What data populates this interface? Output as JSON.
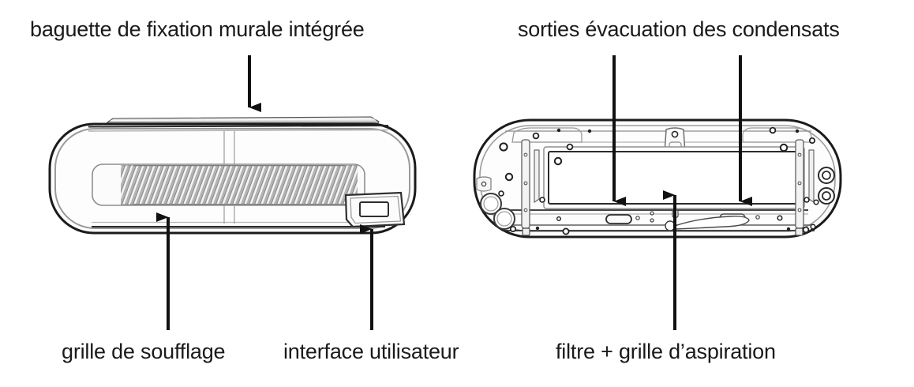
{
  "document": {
    "kind": "technical-diagram",
    "subject": "wall-mounted fan heater / air curtain unit",
    "views": [
      "front view",
      "rear view"
    ],
    "language": "French"
  },
  "colors": {
    "text": "#1a1a1a",
    "outline_dark": "#1b1b1b",
    "outline_mid": "#6f6f6f",
    "outline_light": "#a8a8a8",
    "fill_panel": "#fdfdfd",
    "fill_rail": "#d8d8d8",
    "fill_grille": "#bdbdbd",
    "arrow": "#111111",
    "background": "#ffffff"
  },
  "labels": {
    "top_left": "baguette de fixation murale intégrée",
    "top_right": "sorties évacuation des condensats",
    "bottom_left_1": "grille de soufflage",
    "bottom_left_2": "interface utilisateur",
    "bottom_right": "filtre + grille d’aspiration"
  },
  "callouts": [
    {
      "id": "wall-mount-rail",
      "label": "baguette de fixation murale intégrée",
      "direction": "down",
      "target_view": "front",
      "target_part": "integrated wall mounting rail"
    },
    {
      "id": "condensate-outlet-left",
      "label": "sorties évacuation des condensats",
      "direction": "down",
      "target_view": "rear",
      "target_part": "condensate drain outlet (left)"
    },
    {
      "id": "condensate-outlet-right",
      "label": "sorties évacuation des condensats",
      "direction": "down",
      "target_view": "rear",
      "target_part": "condensate drain outlet (right)"
    },
    {
      "id": "blower-grille",
      "label": "grille de soufflage",
      "direction": "up",
      "target_view": "front",
      "target_part": "air discharge grille"
    },
    {
      "id": "user-interface",
      "label": "interface utilisateur",
      "direction": "up",
      "target_view": "front",
      "target_part": "control display panel"
    },
    {
      "id": "filter-intake-grille",
      "label": "filtre + grille d’aspiration",
      "direction": "up",
      "target_view": "rear",
      "target_part": "filter and air intake grille"
    }
  ],
  "front_view": {
    "name": "front view",
    "parts": [
      "integrated wall mounting rail",
      "rounded rectangular housing",
      "air discharge grille with diagonal louvres",
      "user interface display",
      "central seam lines"
    ]
  },
  "rear_view": {
    "name": "rear view",
    "parts": [
      "rear mounting plate",
      "large rectangular filter / intake opening",
      "central hanging bracket",
      "vertical mounting strips",
      "condensate drain outlets",
      "drain hose",
      "pipe knockout rings",
      "screw holes"
    ]
  }
}
